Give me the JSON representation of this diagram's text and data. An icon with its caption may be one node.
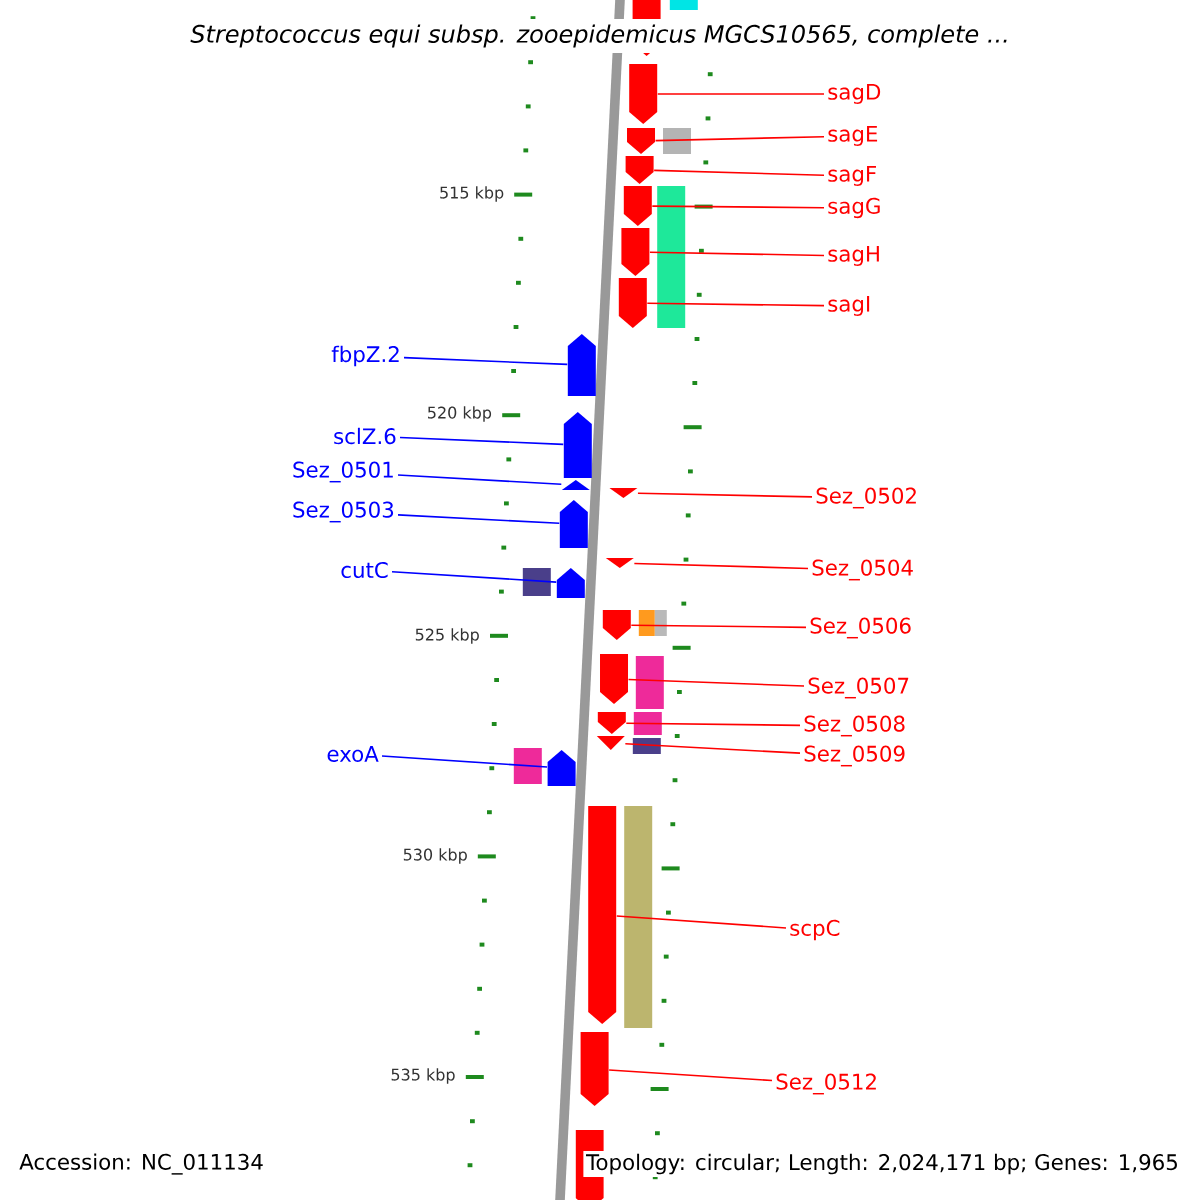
{
  "diagram": {
    "title": "Streptococcus equi subsp. zooepidemicus MGCS10565, complete ...",
    "nodes": [
      {
        "text": [
          "sagD"
        ]
      },
      {
        "text": [
          "sagE"
        ]
      },
      {
        "text": [
          "sagF"
        ]
      },
      {
        "text": [
          "sagG"
        ]
      },
      {
        "text": [
          "sagH"
        ]
      },
      {
        "text": [
          "sagI"
        ]
      },
      {
        "text": [
          "fbpZ.2"
        ]
      },
      {
        "text": [
          "sclZ.6"
        ]
      },
      {
        "text": [
          "Sez_0501"
        ]
      },
      {
        "text": [
          "Sez_0502"
        ]
      },
      {
        "text": [
          "Sez_0503"
        ]
      },
      {
        "text": [
          "Sez_0504"
        ]
      },
      {
        "text": [
          "cutC"
        ]
      },
      {
        "text": [
          "Sez_0506"
        ]
      },
      {
        "text": [
          "Sez_0507"
        ]
      },
      {
        "text": [
          "Sez_0508"
        ]
      },
      {
        "text": [
          "Sez_0509"
        ]
      },
      {
        "text": [
          "exoA"
        ]
      },
      {
        "text": [
          "scpC"
        ]
      },
      {
        "text": [
          "Sez_0512"
        ]
      },
      {
        "text": [],
        "shape": "pentagon"
      },
      {
        "text": [],
        "shape": "pentagon"
      },
      {
        "text": [],
        "shape": "pentagon"
      },
      {
        "text": [],
        "shape": "pentagon"
      },
      {
        "text": [],
        "shape": "pentagon"
      },
      {
        "text": [],
        "shape": "pentagon"
      },
      {
        "text": [],
        "shape": "pentagon"
      },
      {
        "text": [],
        "shape": "pentagon"
      },
      {
        "text": [],
        "shape": "pentagon"
      },
      {
        "text": [],
        "shape": "pentagon"
      },
      {
        "text": [],
        "shape": "pentagon"
      },
      {
        "text": [],
        "shape": "pentagon"
      },
      {
        "text": [],
        "shape": "pentagon"
      },
      {
        "text": [],
        "shape": "pentagon"
      },
      {
        "text": [],
        "shape": "pentagon"
      },
      {
        "text": [],
        "shape": "pentagon"
      },
      {
        "text": [],
        "shape": "pentagon"
      },
      {
        "text": [],
        "shape": "pentagon"
      },
      {
        "text": [],
        "shape": "pentagon"
      },
      {
        "text": [],
        "shape": "pentagon"
      },
      {
        "text": [],
        "shape": "pentagon"
      },
      {
        "text": [],
        "shape": "pentagon"
      },
      {
        "text": [],
        "shape": "box"
      },
      {
        "text": [],
        "shape": "box"
      },
      {
        "text": [],
        "shape": "box"
      },
      {
        "text": [],
        "shape": "box"
      },
      {
        "text": [],
        "shape": "box"
      },
      {
        "text": [],
        "shape": "box"
      },
      {
        "text": [],
        "shape": "box"
      },
      {
        "text": [],
        "shape": "box"
      },
      {
        "text": [],
        "shape": "box"
      },
      {
        "text": [],
        "shape": "box"
      }
    ],
    "edges": [
      {
        "from": 0,
        "to": 20,
        "arrow": "none"
      },
      {
        "from": 1,
        "to": 21,
        "arrow": "none"
      },
      {
        "from": 2,
        "to": 22,
        "arrow": "none"
      },
      {
        "from": 3,
        "to": 23,
        "arrow": "none"
      },
      {
        "from": 4,
        "to": 24,
        "arrow": "none"
      },
      {
        "from": 5,
        "to": 25,
        "arrow": "none"
      },
      {
        "from": 6,
        "to": 26,
        "arrow": "none",
        "color": "#0000ff"
      },
      {
        "from": 7,
        "to": 27,
        "arrow": "none",
        "color": "#0000ff"
      },
      {
        "from": 8,
        "to": 28,
        "arrow": "none",
        "color": "#0000ff"
      },
      {
        "from": 9,
        "to": 29,
        "arrow": "none"
      },
      {
        "from": 10,
        "to": 30,
        "arrow": "none",
        "color": "#0000ff"
      },
      {
        "from": 11,
        "to": 31,
        "arrow": "none"
      },
      {
        "from": 12,
        "to": 32,
        "arrow": "none",
        "color": "#0000ff"
      },
      {
        "from": 13,
        "to": 33,
        "arrow": "none"
      },
      {
        "from": 14,
        "to": 34,
        "arrow": "none"
      },
      {
        "from": 15,
        "to": 35,
        "arrow": "none"
      },
      {
        "from": 16,
        "to": 36,
        "arrow": "none"
      },
      {
        "from": 17,
        "to": 37,
        "arrow": "none",
        "color": "#0000ff"
      },
      {
        "from": 18,
        "to": 38,
        "arrow": "none"
      },
      {
        "from": 19,
        "to": 39,
        "arrow": "none"
      }
    ],
    "labels": [
      "515 kbp",
      "520 kbp",
      "525 kbp",
      "530 kbp",
      "535 kbp",
      "Accession: NC_011134",
      "Topology: circular; Length: 2,024,171 bp; Genes: 1,965"
    ]
  }
}
